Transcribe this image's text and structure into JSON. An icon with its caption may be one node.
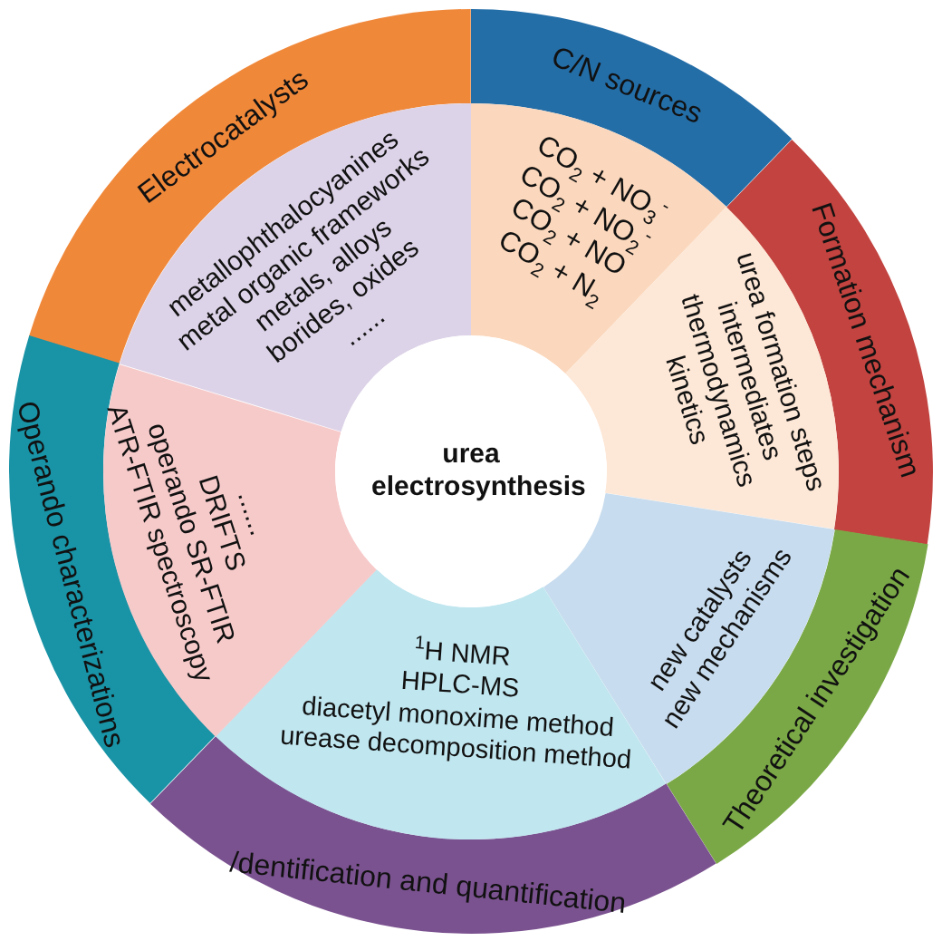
{
  "diagram": {
    "nodes": [
      {
        "text": [
          "Electrocatalysts"
        ]
      },
      {
        "text": [
          "metallophthalocyanines",
          "metal organic frameworks",
          "metals, alloys",
          "borides, oxides",
          "......"
        ]
      },
      {
        "text": [
          "C/N sources"
        ]
      },
      {
        "text": [
          "CO$_{2}$ + NO$_{3}$$^{-}$",
          "CO$_{2}$ + NO$_{2}$$^{-}$",
          "CO$_{2}$ + NO",
          "CO$_{2}$ + N$_{2}$"
        ]
      },
      {
        "text": [
          "Formation mechanism"
        ]
      },
      {
        "text": [
          "urea formation steps",
          "intermediates",
          "thermodynamics",
          "kinetics"
        ]
      },
      {
        "text": [
          "Theoretical investigation"
        ]
      },
      {
        "text": [
          "new catalysts",
          "new mechanisms"
        ]
      },
      {
        "text": [
          "/dentification and quantification"
        ]
      },
      {
        "text": [
          "$^{1}$H NMR",
          "HPLC-MS",
          "diacetyl monoxime method",
          "urease decomposition method"
        ]
      },
      {
        "text": [
          "Operando characterizations"
        ]
      },
      {
        "text": [
          "......",
          "DRIFTS",
          "operando SR-FTIR",
          "ATR-FTIR spectroscopy"
        ]
      },
      {
        "text": [
          "urea electrosynthesis"
        ]
      }
    ]
  }
}
